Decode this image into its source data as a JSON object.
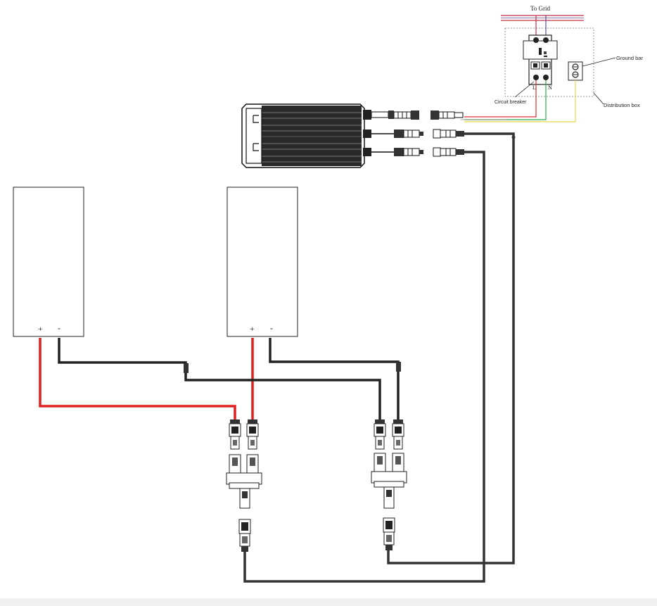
{
  "labels": {
    "to_grid": "To Grid",
    "ground_bar": "Ground bar",
    "circuit_breaker": "Circuit breaker",
    "distribution_box": "Distribution box",
    "breaker_L": "L",
    "breaker_N": "N"
  },
  "panels": [
    {
      "plus": "+",
      "minus": "-"
    },
    {
      "plus": "+",
      "minus": "-"
    }
  ],
  "colors": {
    "positive_wire": "#e02020",
    "negative_wire": "#222222",
    "line_wire": "#d93030",
    "neutral_wire": "#2ea84a",
    "ground_wire": "#e8d84a",
    "grid_line_red": "#c0304a",
    "grid_line_blue": "#5a4aa0"
  }
}
